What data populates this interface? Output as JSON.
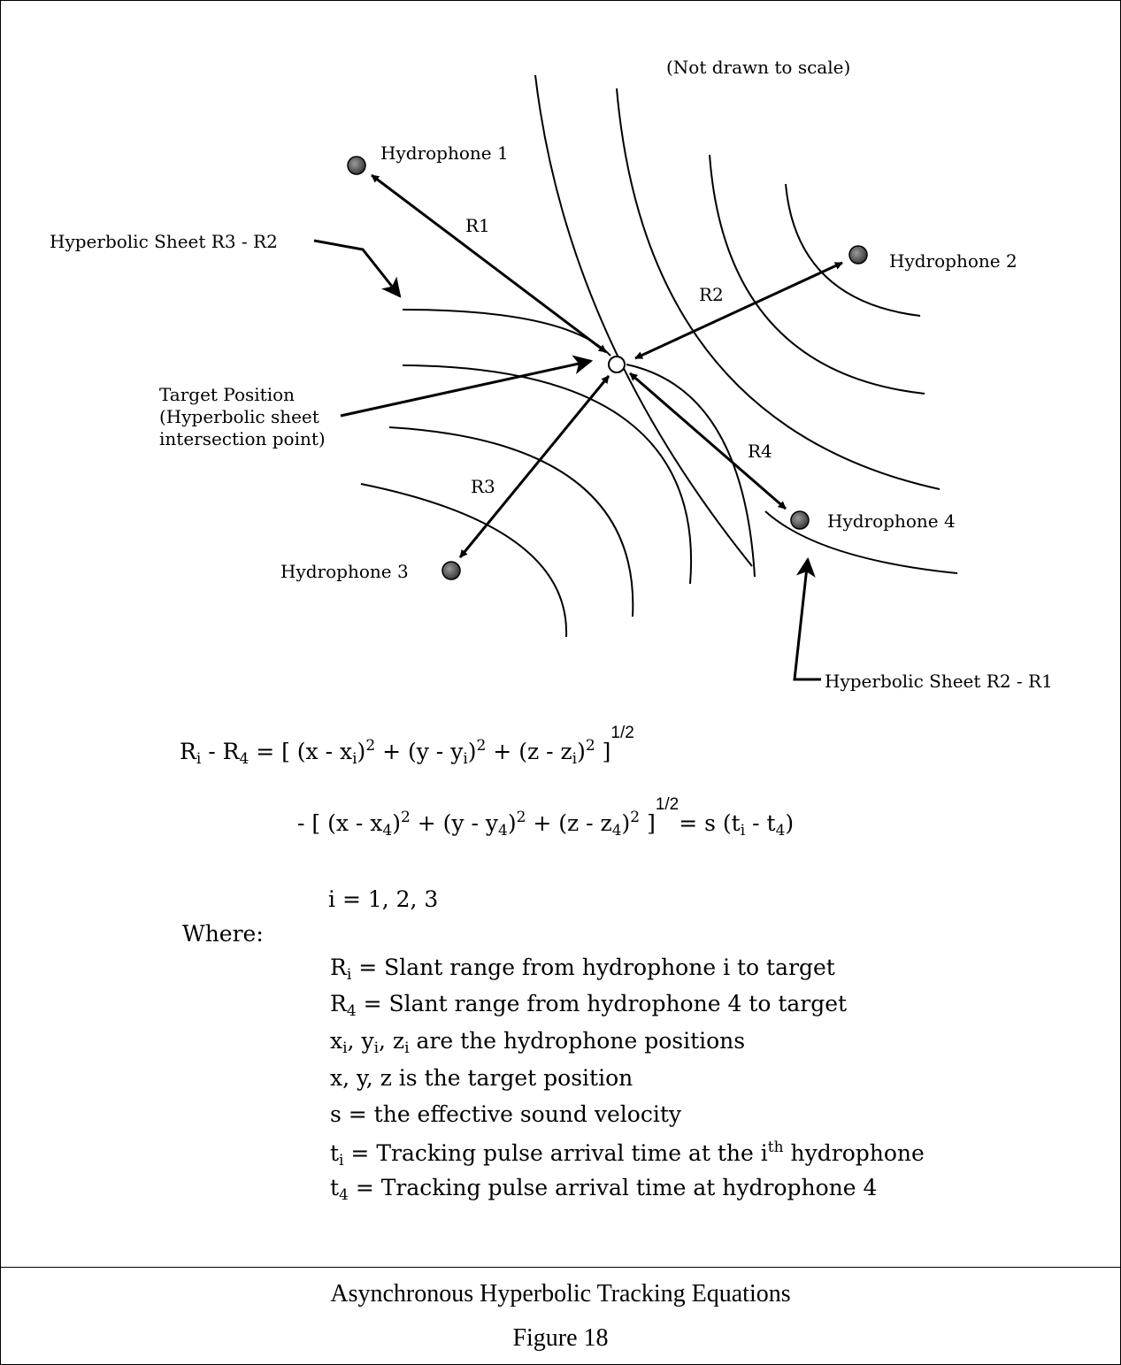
{
  "diagram": {
    "note": "(Not drawn to scale)",
    "hydrophones": [
      {
        "label": "Hydrophone 1"
      },
      {
        "label": "Hydrophone 2"
      },
      {
        "label": "Hydrophone 3"
      },
      {
        "label": "Hydrophone 4"
      }
    ],
    "ranges": [
      "R1",
      "R2",
      "R3",
      "R4"
    ],
    "sheet_r3_r2": "Hyperbolic Sheet R3 - R2",
    "sheet_r2_r1": "Hyperbolic Sheet R2 - R1",
    "target": [
      "Target Position",
      "(Hyperbolic sheet",
      "intersection point)"
    ]
  },
  "equation": {
    "exponent": "1/2",
    "where_label": "Where:"
  },
  "definitions": [
    "R_i = Slant range from hydrophone i to target",
    "R_4 = Slant range from hydrophone 4 to target",
    "x_i, y_i, z_i are the hydrophone positions",
    "x, y, z is the target position",
    "s = the effective sound velocity",
    "t_i = Tracking pulse arrival time at the i^th hydrophone",
    "t_4 = Tracking pulse arrival time at hydrophone 4"
  ],
  "caption": {
    "title": "Asynchronous Hyperbolic Tracking Equations",
    "figure": "Figure 18"
  }
}
